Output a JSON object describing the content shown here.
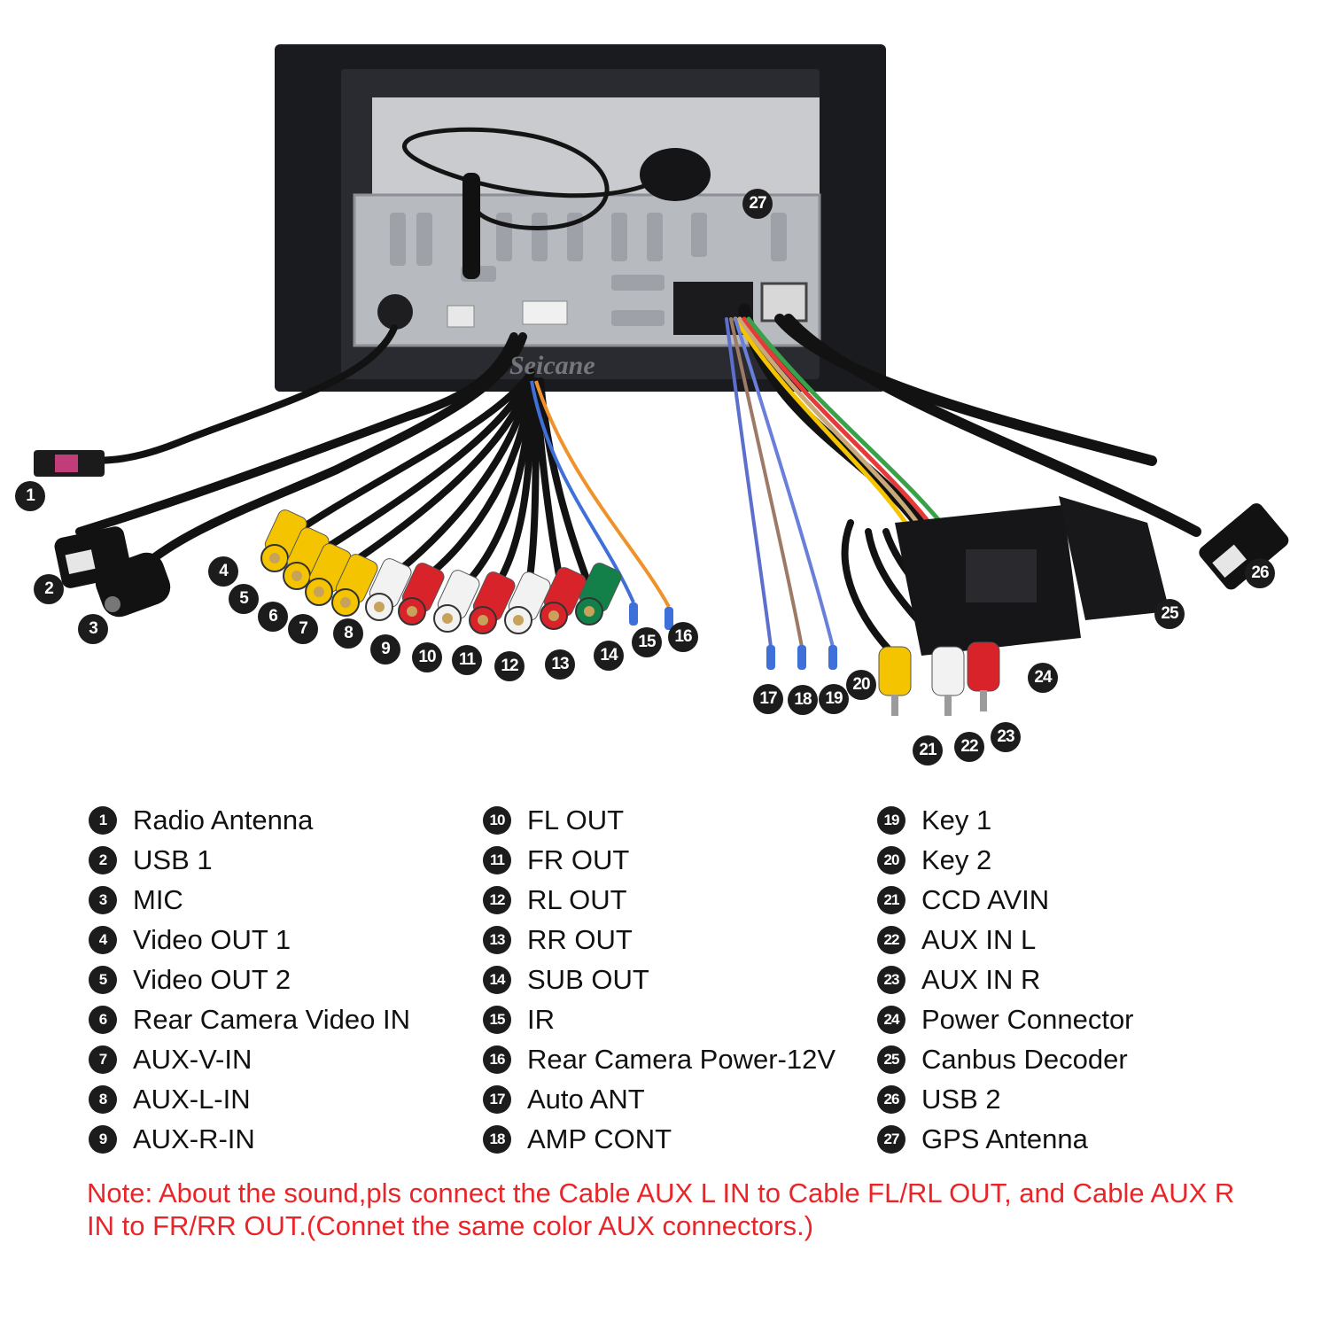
{
  "watermark": "Seicane",
  "legend": {
    "col1": [
      {
        "n": "1",
        "label": "Radio Antenna"
      },
      {
        "n": "2",
        "label": "USB 1"
      },
      {
        "n": "3",
        "label": "MIC"
      },
      {
        "n": "4",
        "label": "Video OUT 1"
      },
      {
        "n": "5",
        "label": "Video OUT 2"
      },
      {
        "n": "6",
        "label": "Rear Camera Video IN"
      },
      {
        "n": "7",
        "label": "AUX-V-IN"
      },
      {
        "n": "8",
        "label": "AUX-L-IN"
      },
      {
        "n": "9",
        "label": "AUX-R-IN"
      }
    ],
    "col2": [
      {
        "n": "10",
        "label": "FL OUT"
      },
      {
        "n": "11",
        "label": "FR OUT"
      },
      {
        "n": "12",
        "label": "RL OUT"
      },
      {
        "n": "13",
        "label": "RR OUT"
      },
      {
        "n": "14",
        "label": "SUB OUT"
      },
      {
        "n": "15",
        "label": "IR"
      },
      {
        "n": "16",
        "label": "Rear Camera Power-12V"
      },
      {
        "n": "17",
        "label": "Auto ANT"
      },
      {
        "n": "18",
        "label": "AMP CONT"
      }
    ],
    "col3": [
      {
        "n": "19",
        "label": "Key 1"
      },
      {
        "n": "20",
        "label": "Key 2"
      },
      {
        "n": "21",
        "label": "CCD AVIN"
      },
      {
        "n": "22",
        "label": "AUX IN L"
      },
      {
        "n": "23",
        "label": "AUX IN R"
      },
      {
        "n": "24",
        "label": "Power Connector"
      },
      {
        "n": "25",
        "label": "Canbus Decoder"
      },
      {
        "n": "26",
        "label": "USB 2"
      },
      {
        "n": "27",
        "label": "GPS Antenna"
      }
    ]
  },
  "note": "Note: About the sound,pls connect the Cable AUX L IN to Cable FL/RL OUT, and Cable AUX R IN to  FR/RR OUT.(Connet the same color AUX connectors.)",
  "badges": {
    "b1": "1",
    "b2": "2",
    "b3": "3",
    "b4": "4",
    "b5": "5",
    "b6": "6",
    "b7": "7",
    "b8": "8",
    "b9": "9",
    "b10": "10",
    "b11": "11",
    "b12": "12",
    "b13": "13",
    "b14": "14",
    "b15": "15",
    "b16": "16",
    "b17": "17",
    "b18": "18",
    "b19": "19",
    "b20": "20",
    "b21": "21",
    "b22": "22",
    "b23": "23",
    "b24": "24",
    "b25": "25",
    "b26": "26",
    "b27": "27"
  },
  "colors": {
    "rca_yellow": "#f5c400",
    "rca_white": "#f2f2f2",
    "rca_red": "#d8232a",
    "rca_green": "#13804a",
    "wire_blue": "#3f6fd8",
    "wire_orange": "#f0922c",
    "note_red": "#e8262a"
  }
}
